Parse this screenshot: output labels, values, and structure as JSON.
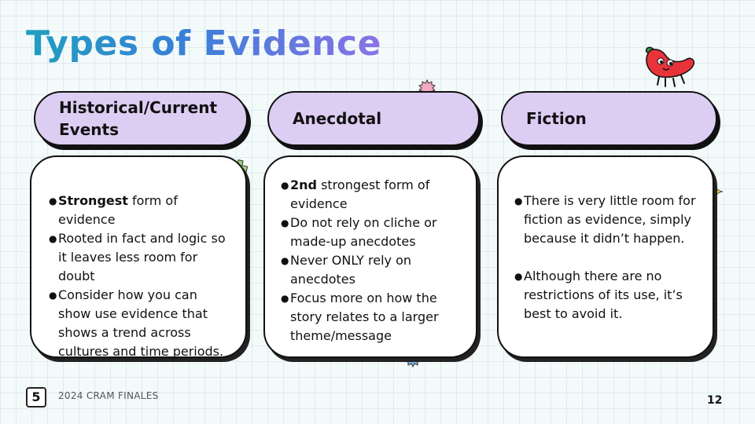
{
  "title": "Types of Evidence",
  "columns": [
    {
      "header": "Historical/Current Events",
      "bullets": [
        {
          "bold": "Strongest",
          "text": " form of evidence"
        },
        {
          "bold": "",
          "text": " Rooted in fact and logic so it leaves less room for doubt"
        },
        {
          "bold": "",
          "text": "Consider how you can show use evidence that shows a trend across cultures and time periods."
        }
      ]
    },
    {
      "header": "Anecdotal",
      "bullets": [
        {
          "bold": "2nd",
          "text": " strongest form of evidence"
        },
        {
          "bold": "",
          "text": "Do not rely on cliche or made-up anecdotes"
        },
        {
          "bold": "",
          "text": "Never ONLY rely on anecdotes"
        },
        {
          "bold": "",
          "text": "Focus more on how the story relates to a larger theme/message"
        }
      ]
    },
    {
      "header": "Fiction",
      "bullets": [
        {
          "bold": "",
          "text": "There is very little room for fiction as evidence, simply because it didn’t happen."
        },
        {
          "bold": "",
          "text": "Although there are no restrictions of its use, it’s best to avoid it."
        }
      ]
    }
  ],
  "footer": {
    "logo": "5",
    "text": "2024 CRAM FINALES",
    "page": "12"
  },
  "icons": [
    "chili-pepper-mascot-icon",
    "pink-gear-icon",
    "green-gear-icon",
    "blue-gear-icon",
    "yellow-sparkle-icon"
  ],
  "colors": {
    "header_fill": "#dccdf3",
    "title_gradient": [
      "#1f9fbf",
      "#3a7fd8",
      "#8a72e6"
    ],
    "mascot_red": "#e8333b"
  }
}
